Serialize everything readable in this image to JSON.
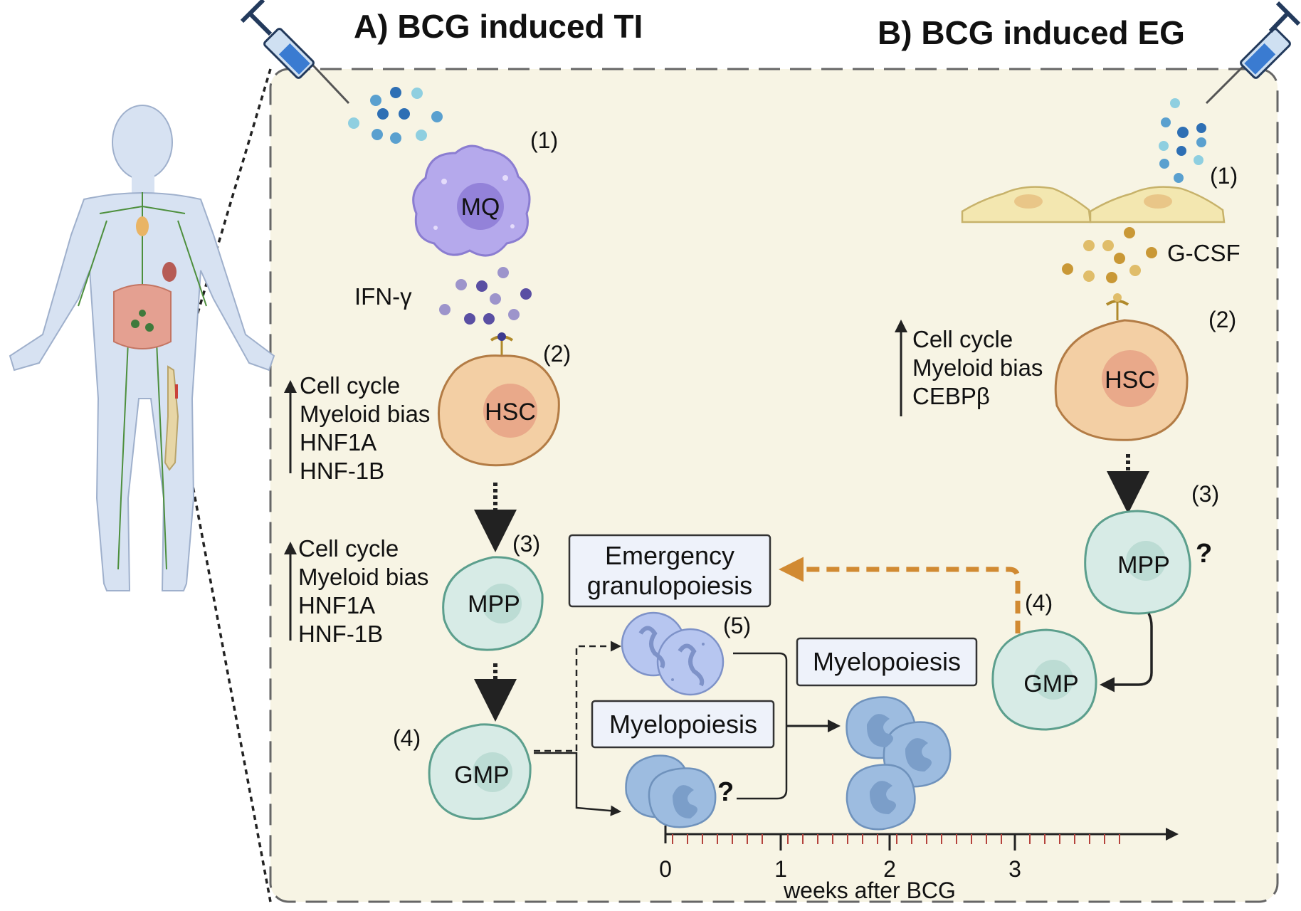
{
  "titles": {
    "a": "A) BCG induced TI",
    "b": "B) BCG induced EG"
  },
  "panel_a": {
    "step1": "(1)",
    "step2": "(2)",
    "step3": "(3)",
    "step4": "(4)",
    "step5": "(5)",
    "mq": "MQ",
    "ifn": "IFN-γ",
    "hsc": "HSC",
    "mpp": "MPP",
    "gmp": "GMP",
    "hsc_changes": [
      "Cell cycle",
      "Myeloid bias",
      "HNF1A",
      "HNF-1B"
    ],
    "mpp_changes": [
      "Cell cycle",
      "Myeloid bias",
      "HNF1A",
      "HNF-1B"
    ],
    "emergency_box": [
      "Emergency",
      "granulopoiesis"
    ],
    "myelo_box_left": "Myelopoiesis",
    "myelo_box_right": "Myelopoiesis",
    "question": "?"
  },
  "panel_b": {
    "step1": "(1)",
    "step2": "(2)",
    "step3": "(3)",
    "step4": "(4)",
    "gcsf": "G-CSF",
    "hsc": "HSC",
    "mpp": "MPP",
    "gmp": "GMP",
    "hsc_changes": [
      "Cell cycle",
      "Myeloid bias",
      "CEBPβ"
    ],
    "question": "?"
  },
  "timeline": {
    "ticks": [
      "0",
      "1",
      "2",
      "3"
    ],
    "label": "weeks after BCG"
  },
  "colors": {
    "panel_bg": "#f7f4e4",
    "mq": "#b5a9ec",
    "hsc": "#f3cfa4",
    "progenitor": "#d7ebe6",
    "neutrophil": "#b7c6f0",
    "monocyte": "#9dbce0",
    "gcsf_dot": "#c99836",
    "eg_arrow": "#d18a32"
  }
}
